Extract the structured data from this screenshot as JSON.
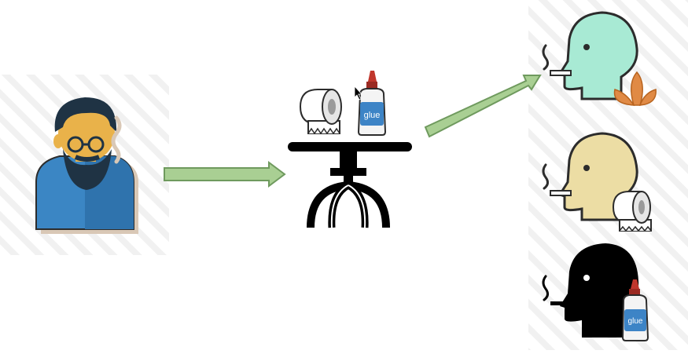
{
  "diagram": {
    "nodes": [
      {
        "id": "person",
        "icon": "bearded-man-icon"
      },
      {
        "id": "table",
        "icon": "table-icon"
      },
      {
        "id": "toilet-paper",
        "icon": "toilet-paper-icon"
      },
      {
        "id": "glue",
        "icon": "glue-bottle-icon",
        "label": "glue"
      },
      {
        "id": "smoker-tobacco",
        "icon": "smoking-head-icon"
      },
      {
        "id": "smoker-paper",
        "icon": "smoking-head-icon"
      },
      {
        "id": "smoker-glue",
        "icon": "smoking-head-icon"
      }
    ],
    "edges": [
      {
        "from": "person",
        "to": "table"
      },
      {
        "from": "table",
        "to": "smoker-tobacco"
      }
    ]
  },
  "colors": {
    "arrow_fill": "#a9cf93",
    "arrow_stroke": "#6f9a5e",
    "head_green": "#a8ead4",
    "head_tan": "#ecdda4",
    "head_black": "#000000",
    "outline": "#2c2c2c",
    "shirt": "#3b86c4",
    "skin": "#e9b24a",
    "hair": "#1f3344",
    "glue_cap": "#c0362c",
    "glue_label": "#3d84c6",
    "leaf": "#e08a45"
  }
}
